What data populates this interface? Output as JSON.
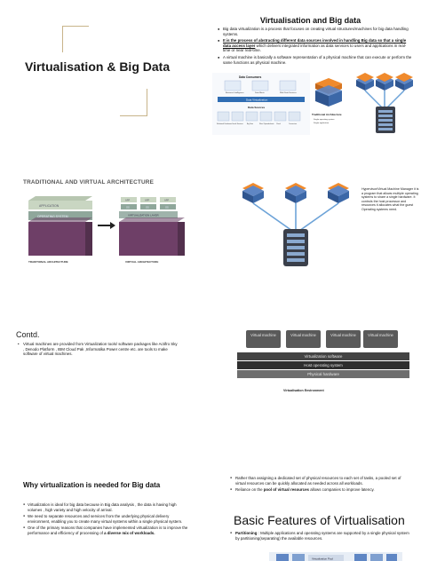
{
  "slide1": {
    "title": "Virtualisation & Big Data"
  },
  "slide2": {
    "title": "Virtualisation and Big data",
    "bullets": [
      {
        "bold": "Big data virtualization is a process that focuses on creating virtual structures/machines for big data handling systems.",
        "rest": ""
      },
      {
        "bold": "It is the process of abstracting different data sources involved in handling Big data so that a single data access layer",
        "rest": " which delivers integrated information as data services to users and applications in real-time or near real-time."
      },
      {
        "bold": "",
        "rest": "A virtual machine is basically a software representation of a physical machine that can execute or perform the same functions as physical machine."
      }
    ],
    "diagram_labels": {
      "header": "Data Consumers",
      "layer": "Data Virtualization",
      "sources": "Data Sources",
      "consumers": [
        "Business Intelligence",
        "Data Marts",
        "Web Data Services"
      ],
      "source_items": [
        "Relational Databases",
        "Oracle Services",
        "Big Data",
        "Files / Spreadsheets",
        "Cloud",
        "Connectors"
      ],
      "trad_title": "Traditional Architecture",
      "trad_notes": [
        "Single operating system",
        "Single application"
      ]
    }
  },
  "slide3": {
    "title": "TRADITIONAL AND VIRTUAL ARCHITECTURE",
    "left_layers": [
      "APPLICATION",
      "OPERATING SYSTEM"
    ],
    "right_layers": [
      "VIRTUALIZATION LAYER"
    ],
    "app_labels": [
      "APP",
      "APP",
      "APP"
    ],
    "os_labels": [
      "OS",
      "OS",
      "OS"
    ],
    "captions": [
      "TRADITIONAL ARCHITECTURE",
      "VIRTUAL ARCHITECTURE"
    ]
  },
  "slide4": {
    "note": "Hypervisor/Virtual Machine Manager it is a program that allows multiple operating systems to share a single hardware. It controls the host processor and resources it allocates what the guest Operating systems need."
  },
  "slide5": {
    "title": "Contd.",
    "bullet": "Virtual machines are provided from Virtualization tools/ software packages like Actifro Sky , Denodo Platform , IBM Cloud Pak ,Informatika Power centre etc. are tools to make software of virtual machines."
  },
  "slide6": {
    "vms": [
      "Virtual machine",
      "Virtual machine",
      "Virtual machine",
      "Virtual machine"
    ],
    "layers": [
      "Virtualization software",
      "Host operating system",
      "Physical hardware"
    ],
    "layer_colors": [
      "#444444",
      "#2e2e2e",
      "#6e6e6e"
    ],
    "caption": "Virtualisation Environment"
  },
  "slide7": {
    "title": "Why virtualization is needed for Big data",
    "bullets": [
      {
        "text": "Virtualization is ideal for big data because in Big data analysis , the data is having high volumes , high variety and high velocity of arrival.",
        "bold": ""
      },
      {
        "text": "We need to separate resources and services from the underlying physical delivery environment, enabling you to create many virtual systems within a single physical system.",
        "bold": ""
      },
      {
        "text": "One of the primary reasons that companies have implemented virtualization is to improve the performance and efficiency of processing of ",
        "bold": "a diverse mix of workloads."
      }
    ]
  },
  "slide8": {
    "bullets_top": [
      {
        "pre": "Rather than assigning a dedicated set of physical resources to each set of tasks, a pooled set of virtual resources can be quickly allocated as needed across all workloads.",
        "bold": "",
        "post": ""
      },
      {
        "pre": "Reliance on the ",
        "bold": "pool of virtual resources",
        "post": " allows companies to improve latency."
      }
    ],
    "title": "Basic Features of Virtualisation",
    "bullet_bottom": {
      "bold": "Partitioning",
      "rest": " : Multiple applications and operating systems are supported by a single physical system by partitioning(separating) the available resources."
    },
    "bottom_label": "Virtualization Pool"
  }
}
